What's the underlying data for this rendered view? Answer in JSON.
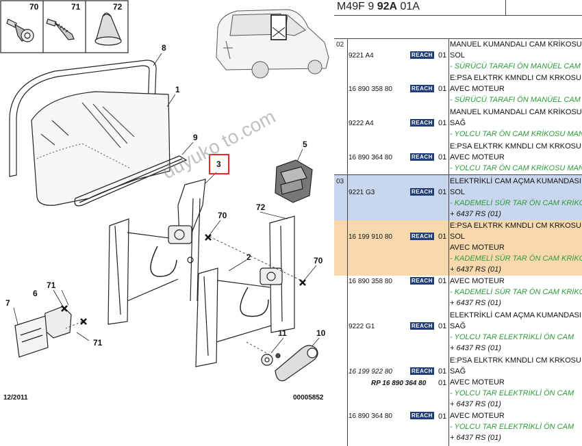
{
  "diagram": {
    "callouts": [
      {
        "id": "c70a",
        "text": "70"
      },
      {
        "id": "c71a",
        "text": "71"
      },
      {
        "id": "c72a",
        "text": "72"
      },
      {
        "id": "c8",
        "text": "8"
      },
      {
        "id": "c1",
        "text": "1"
      },
      {
        "id": "c9",
        "text": "9"
      },
      {
        "id": "c3",
        "text": "3"
      },
      {
        "id": "c5",
        "text": "5"
      },
      {
        "id": "c70b",
        "text": "70"
      },
      {
        "id": "c72b",
        "text": "72"
      },
      {
        "id": "c2",
        "text": "2"
      },
      {
        "id": "c70c",
        "text": "70"
      },
      {
        "id": "c71b",
        "text": "71"
      },
      {
        "id": "c6",
        "text": "6"
      },
      {
        "id": "c7",
        "text": "7"
      },
      {
        "id": "c71c",
        "text": "71"
      },
      {
        "id": "c11",
        "text": "11"
      },
      {
        "id": "c10",
        "text": "10"
      }
    ],
    "date": "12/2011",
    "figure_no": "00005852",
    "highlight_color": "#e8262b"
  },
  "header": {
    "prefix": "M49F 9 ",
    "bold": "92A",
    "suffix": " 01A"
  },
  "groups": [
    "02",
    "03"
  ],
  "reach_label": "REACH",
  "rows": [
    {
      "ref": "9221 A4",
      "qty": "01",
      "lines": [
        {
          "t": "MANUEL KUMANDALI CAM KRİKOSU",
          "s": ""
        },
        {
          "t": "SOL",
          "s": ""
        },
        {
          "t": "- SÜRÜCÜ TARAFI ÖN MANÜEL CAM",
          "s": "g"
        }
      ]
    },
    {
      "ref": "16 890 358 80",
      "qty": "01",
      "lines": [
        {
          "t": "E:PSA ELKTRK KMNDLI CM KRKOSU",
          "s": ""
        },
        {
          "t": "AVEC MOTEUR",
          "s": ""
        },
        {
          "t": "- SÜRÜCÜ TARAFI ÖN MANÜEL CAM",
          "s": "g"
        }
      ]
    },
    {
      "ref": "9222 A4",
      "qty": "01",
      "lines": [
        {
          "t": "MANUEL KUMANDALI CAM KRİKOSU",
          "s": ""
        },
        {
          "t": "SAĞ",
          "s": ""
        },
        {
          "t": "- YOLCU TAR ÖN CAM KRİKOSU MANÜEL",
          "s": "g"
        }
      ]
    },
    {
      "ref": "16 890 364 80",
      "qty": "01",
      "lines": [
        {
          "t": "E:PSA ELKTRK KMNDLI CM KRKOSU",
          "s": ""
        },
        {
          "t": "AVEC MOTEUR",
          "s": ""
        },
        {
          "t": "- YOLCU TAR ÖN CAM KRİKOSU MANÜEL",
          "s": "g"
        }
      ]
    },
    {
      "ref": "9221 G3",
      "qty": "01",
      "lines": [
        {
          "t": "ELEKTRİKLİ CAM AÇMA KUMANDASI",
          "s": ""
        },
        {
          "t": "SOL",
          "s": ""
        },
        {
          "t": "- KADEMELİ SÜR TAR ÖN CAM KRİKOSU",
          "s": "g"
        },
        {
          "t": "+ 6437 RS (01)",
          "s": "i"
        }
      ]
    },
    {
      "ref": "16 199 910 80",
      "qty": "01",
      "lines": [
        {
          "t": "E:PSA ELKTRK KMNDLI CM KRKOSU",
          "s": ""
        },
        {
          "t": "SOL",
          "s": ""
        },
        {
          "t": "AVEC MOTEUR",
          "s": ""
        },
        {
          "t": "- KADEMELİ SÜR TAR ÖN CAM KRİKOSU",
          "s": "g"
        },
        {
          "t": "+ 6437 RS (01)",
          "s": "i"
        }
      ]
    },
    {
      "ref": "16 890 358 80",
      "qty": "01",
      "lines": [
        {
          "t": "AVEC MOTEUR",
          "s": ""
        },
        {
          "t": "- KADEMELİ SÜR TAR ÖN CAM KRİKOSU",
          "s": "g"
        },
        {
          "t": "+ 6437 RS (01)",
          "s": "i"
        }
      ]
    },
    {
      "ref": "9222 G1",
      "qty": "01",
      "lines": [
        {
          "t": "ELEKTRİKLİ CAM AÇMA KUMANDASI",
          "s": ""
        },
        {
          "t": "SAĞ",
          "s": ""
        },
        {
          "t": "- YOLCU TAR ELEKTRİKLİ ÖN CAM",
          "s": "g"
        },
        {
          "t": "+ 6437 RS (01)",
          "s": "i"
        }
      ]
    },
    {
      "ref": "16 199 922 80",
      "qty": "01",
      "lines": [
        {
          "t": "E:PSA ELKTRK KMNDLI CM KRKOSU",
          "s": ""
        },
        {
          "t": "SAĞ",
          "s": ""
        }
      ]
    },
    {
      "ref": "RP 16 890 364 80",
      "qty": "01",
      "lines": [
        {
          "t": "AVEC MOTEUR",
          "s": ""
        },
        {
          "t": "- YOLCU TAR ELEKTRİKLİ ÖN CAM",
          "s": "g"
        },
        {
          "t": "+ 6437 RS (01)",
          "s": "i"
        }
      ]
    },
    {
      "ref": "16 890 364 80",
      "qty": "01",
      "lines": [
        {
          "t": "AVEC MOTEUR",
          "s": ""
        },
        {
          "t": "- YOLCU TAR ELEKTRİKLİ ÖN CAM",
          "s": "g"
        },
        {
          "t": "+ 6437 RS (01)",
          "s": "i"
        }
      ]
    }
  ],
  "watermark": "duyuko to.com"
}
